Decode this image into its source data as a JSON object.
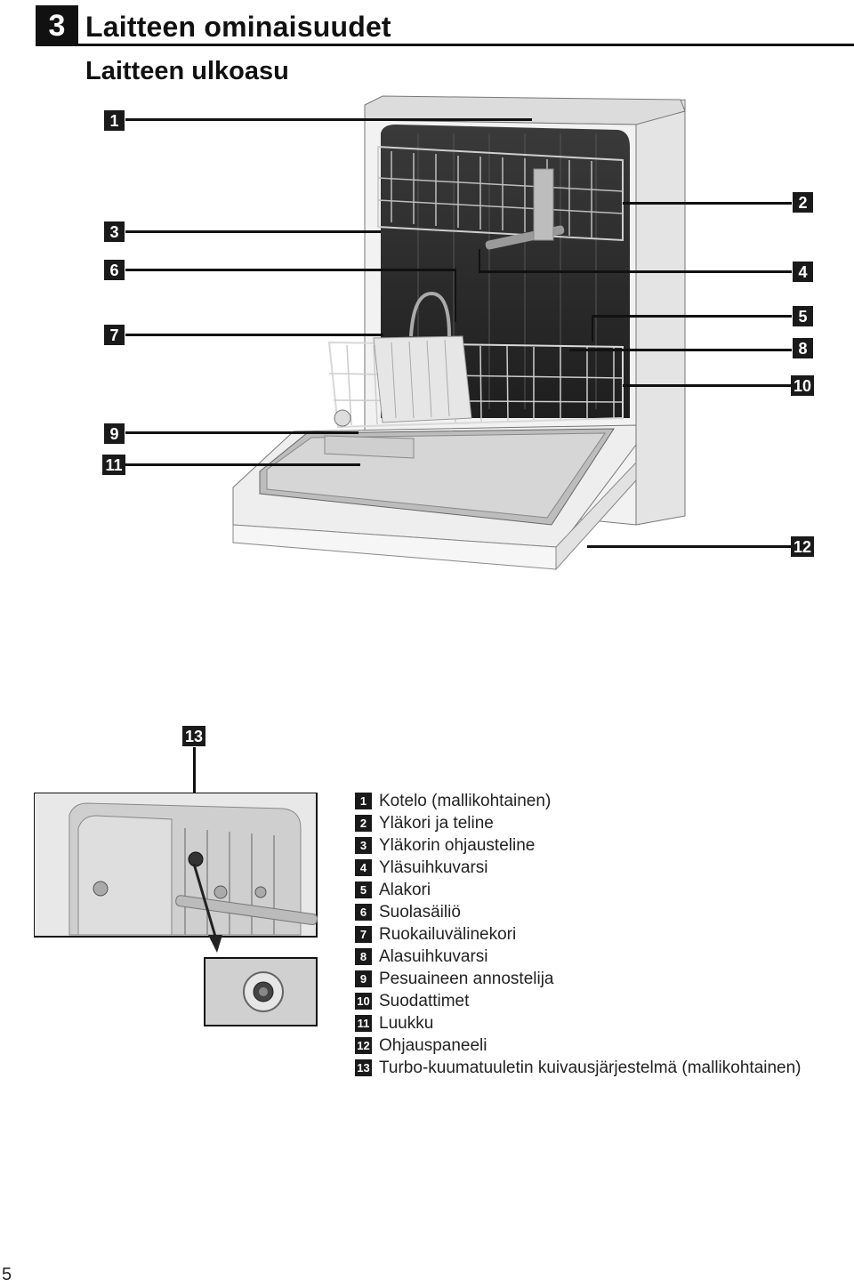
{
  "header": {
    "chapter_number": "3",
    "chapter_title": "Laitteen ominaisuudet",
    "section_title": "Laitteen ulkoasu"
  },
  "callouts": [
    "1",
    "2",
    "3",
    "4",
    "5",
    "6",
    "7",
    "8",
    "9",
    "10",
    "11",
    "12",
    "13"
  ],
  "legend": [
    {
      "num": "1",
      "text": "Kotelo (mallikohtainen)"
    },
    {
      "num": "2",
      "text": "Yläkori ja teline"
    },
    {
      "num": "3",
      "text": "Yläkorin ohjausteline"
    },
    {
      "num": "4",
      "text": "Yläsuihkuvarsi"
    },
    {
      "num": "5",
      "text": "Alakori"
    },
    {
      "num": "6",
      "text": "Suolasäiliö"
    },
    {
      "num": "7",
      "text": "Ruokailuvälinekori"
    },
    {
      "num": "8",
      "text": "Alasuihkuvarsi"
    },
    {
      "num": "9",
      "text": "Pesuaineen annostelija"
    },
    {
      "num": "10",
      "text": "Suodattimet"
    },
    {
      "num": "11",
      "text": "Luukku"
    },
    {
      "num": "12",
      "text": "Ohjauspaneeli"
    },
    {
      "num": "13",
      "text": "Turbo-kuumatuuletin kuivausjärjestelmä (mallikohtainen)"
    }
  ],
  "footer": {
    "page_number": "5"
  }
}
